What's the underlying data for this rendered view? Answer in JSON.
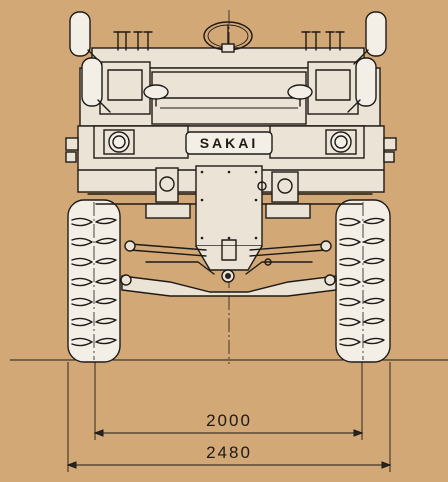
{
  "drawing": {
    "brand_plate": "SAKAI",
    "dimensions": [
      {
        "label": "2000"
      },
      {
        "label": "2480"
      }
    ]
  },
  "colors": {
    "paper": "#d3a877",
    "ink": "#1e1a16",
    "body_fill": "#ebe3d6"
  }
}
